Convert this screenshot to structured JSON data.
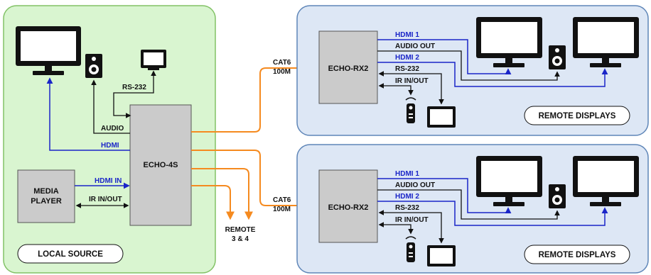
{
  "colors": {
    "local_bg": "#d9f5d0",
    "local_border": "#82c266",
    "remote_bg": "#dde7f5",
    "remote_border": "#5f86b8",
    "device_fill": "#cbcbcb",
    "hdmi_line": "#1a25c8",
    "cat6_line": "#f58a1f",
    "signal_line": "#111111"
  },
  "local": {
    "zone_label": "LOCAL SOURCE",
    "hub": "ECHO-4S",
    "source_line1": "MEDIA",
    "source_line2": "PLAYER",
    "hdmi_out": "HDMI",
    "hdmi_in": "HDMI IN",
    "audio": "AUDIO",
    "rs232": "RS-232",
    "ir": "IR IN/OUT"
  },
  "links": {
    "cat6_line1": "CAT6",
    "cat6_line2": "100M",
    "remote_line1": "REMOTE",
    "remote_line2": "3 & 4"
  },
  "remote_units": [
    {
      "zone_label": "REMOTE DISPLAYS",
      "receiver": "ECHO-RX2",
      "hdmi1": "HDMI 1",
      "audio_out": "AUDIO OUT",
      "hdmi2": "HDMI 2",
      "rs232": "RS-232",
      "ir": "IR IN/OUT"
    },
    {
      "zone_label": "REMOTE DISPLAYS",
      "receiver": "ECHO-RX2",
      "hdmi1": "HDMI 1",
      "audio_out": "AUDIO OUT",
      "hdmi2": "HDMI 2",
      "rs232": "RS-232",
      "ir": "IR IN/OUT"
    }
  ]
}
